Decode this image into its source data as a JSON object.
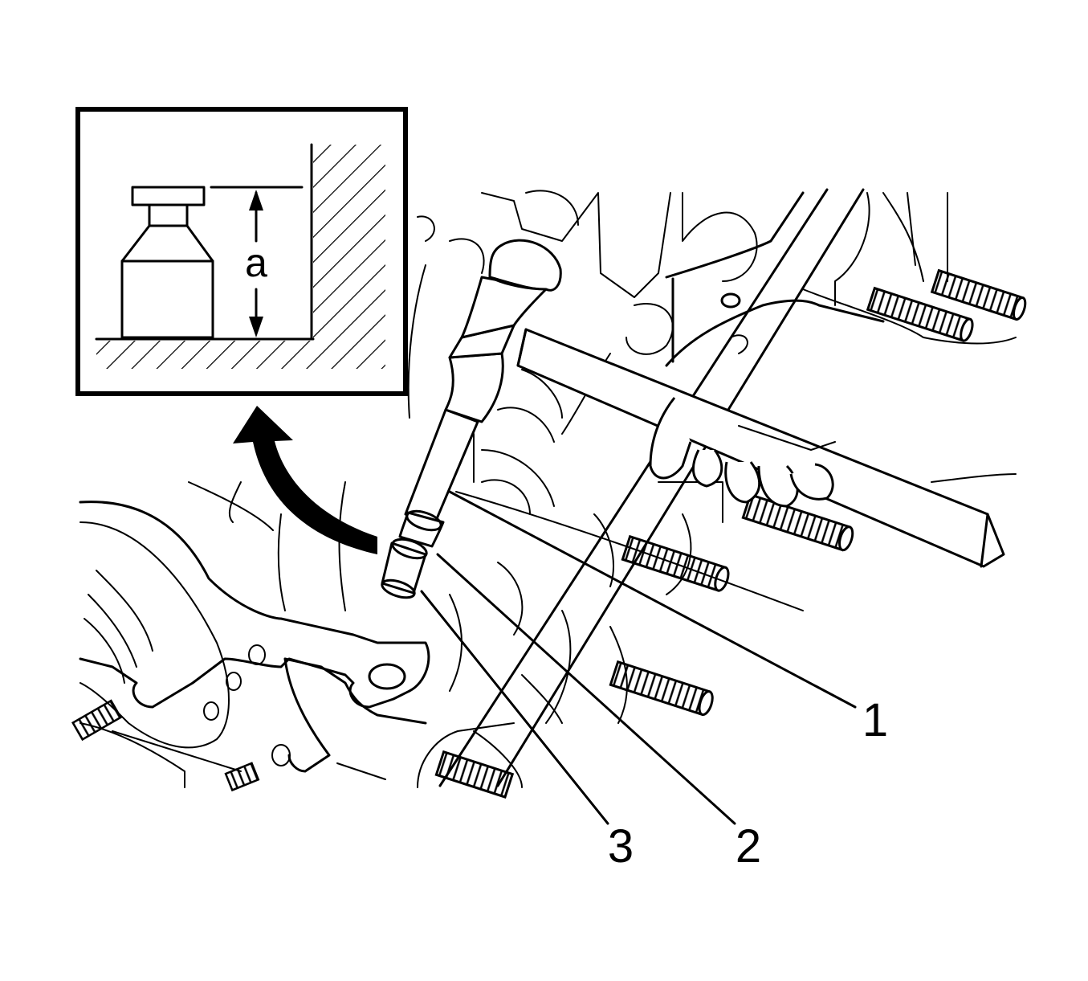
{
  "callouts": {
    "one": "1",
    "two": "2",
    "three": "3"
  },
  "inset": {
    "dimension_label": "a"
  },
  "colors": {
    "line": "#000000",
    "background": "#ffffff"
  }
}
